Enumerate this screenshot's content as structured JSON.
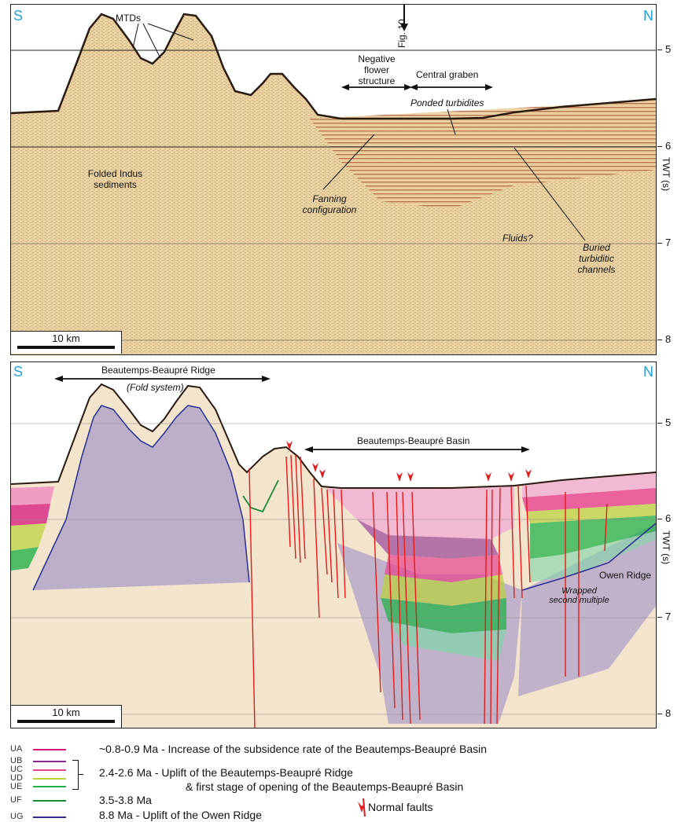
{
  "top_panel": {
    "south_label": "S",
    "north_label": "N",
    "annotations": {
      "mtds": "MTDs",
      "fig_ref": "Fig. 10",
      "negative_flower_1": "Negative",
      "negative_flower_2": "flower",
      "negative_flower_3": "structure",
      "central_graben": "Central graben",
      "ponded_turbidites": "Ponded turbidites",
      "folded_indus_1": "Folded Indus",
      "folded_indus_2": "sediments",
      "fanning_1": "Fanning",
      "fanning_2": "configuration",
      "fluids": "Fluids?",
      "buried_1": "Buried",
      "buried_2": "turbiditic",
      "buried_3": "channels"
    },
    "scale_bar": "10 km"
  },
  "bottom_panel": {
    "south_label": "S",
    "north_label": "N",
    "annotations": {
      "ridge": "Beautemps-Beaupré Ridge",
      "fold_system": "(Fold system)",
      "basin": "Beautemps-Beaupré Basin",
      "owen_ridge": "Owen Ridge",
      "wrapped_1": "Wrapped",
      "wrapped_2": "second multiple"
    },
    "scale_bar": "10 km"
  },
  "axis": {
    "label": "TWT (s)",
    "ticks": [
      "5",
      "6",
      "7",
      "8"
    ]
  },
  "legend": {
    "items": [
      {
        "code": "UA",
        "color": "#d6177c"
      },
      {
        "code": "UB",
        "color": "#8b2a8f"
      },
      {
        "code": "UC",
        "color": "#e6418f"
      },
      {
        "code": "UD",
        "color": "#b8d23a"
      },
      {
        "code": "UE",
        "color": "#23b14b"
      },
      {
        "code": "UF",
        "color": "#1a8a3a"
      },
      {
        "code": "UG",
        "color": "#2b2f8f"
      }
    ],
    "text_ua": "~0.8-0.9 Ma - Increase of the subsidence rate of the Beautemps-Beaupré Basin",
    "text_ube_1": "2.4-2.6 Ma - Uplift of the Beautemps-Beaupré Ridge",
    "text_ube_2": "& first stage of opening of the Beautemps-Beaupré Basin",
    "text_uf": "3.5-3.8 Ma",
    "text_ug": "8.8 Ma - Uplift of the Owen Ridge",
    "normal_faults": "Normal faults",
    "fault_color": "#e21b1b"
  }
}
